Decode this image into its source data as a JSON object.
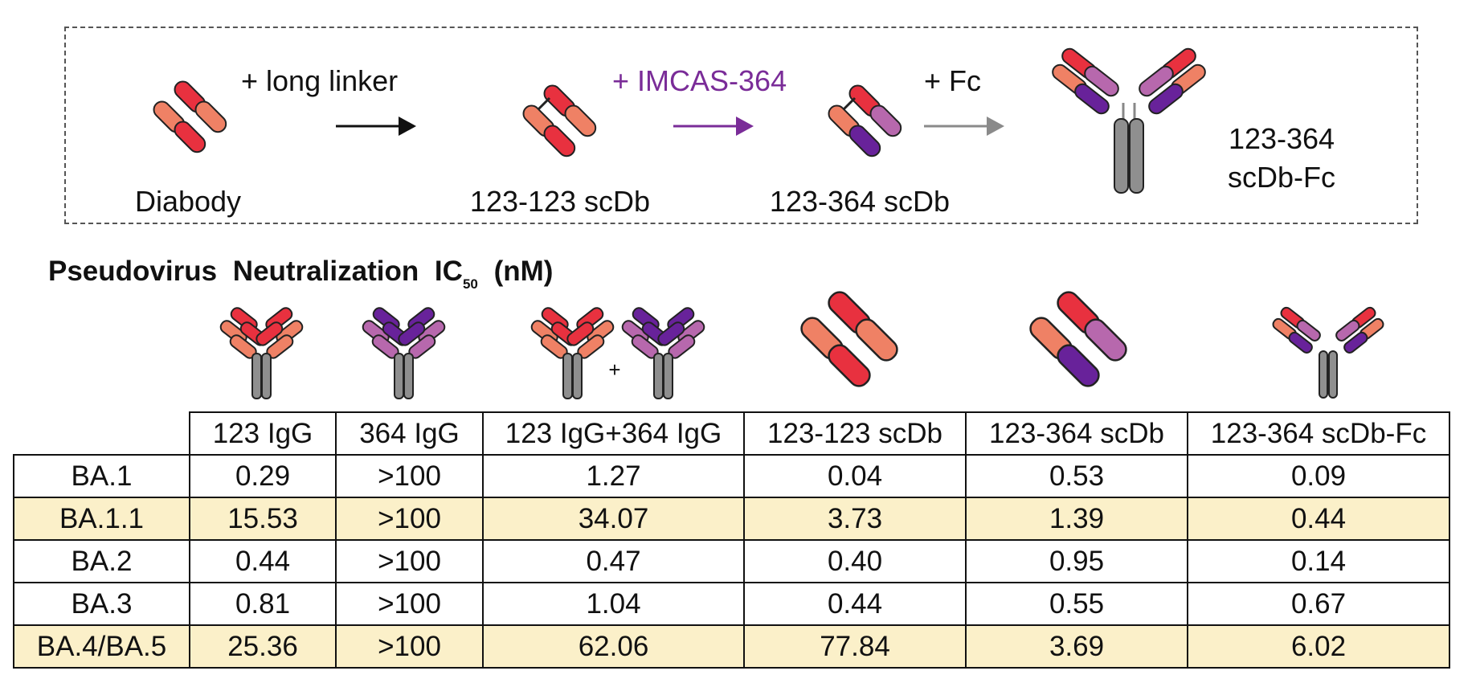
{
  "colors": {
    "red": "#e8313f",
    "salmon": "#ef8165",
    "light_purple": "#b768ad",
    "dark_purple": "#68229a",
    "grey": "#8f8f8f",
    "purple_text": "#7a2c98",
    "highlight_row": "#fbf0c9"
  },
  "workflow": {
    "steps": [
      {
        "label": "Diabody"
      },
      {
        "label": "123-123 scDb"
      },
      {
        "label": "123-364 scDb"
      },
      {
        "label": "123-364",
        "label2": "scDb-Fc"
      }
    ],
    "arrows": [
      {
        "label": "+ long linker",
        "color": "#111111"
      },
      {
        "label": "+ IMCAS-364",
        "color": "#7a2c98"
      },
      {
        "label": "+ Fc",
        "color": "#8a8a8a"
      }
    ]
  },
  "neutralization": {
    "title_main": "Pseudovirus  Neutralization  IC",
    "title_sub": "50",
    "title_unit": " (nM)",
    "plus_label": "+",
    "columns": [
      "123 IgG",
      "364 IgG",
      "123 IgG+364 IgG",
      "123-123 scDb",
      "123-364 scDb",
      "123-364 scDb-Fc"
    ],
    "rows": [
      {
        "variant": "BA.1",
        "values": [
          "0.29",
          ">100",
          "1.27",
          "0.04",
          "0.53",
          "0.09"
        ],
        "highlight": false
      },
      {
        "variant": "BA.1.1",
        "values": [
          "15.53",
          ">100",
          "34.07",
          "3.73",
          "1.39",
          "0.44"
        ],
        "highlight": true
      },
      {
        "variant": "BA.2",
        "values": [
          "0.44",
          ">100",
          "0.47",
          "0.40",
          "0.95",
          "0.14"
        ],
        "highlight": false
      },
      {
        "variant": "BA.3",
        "values": [
          "0.81",
          ">100",
          "1.04",
          "0.44",
          "0.55",
          "0.67"
        ],
        "highlight": false
      },
      {
        "variant": "BA.4/BA.5",
        "values": [
          "25.36",
          ">100",
          "62.06",
          "77.84",
          "3.69",
          "6.02"
        ],
        "highlight": true
      }
    ]
  }
}
